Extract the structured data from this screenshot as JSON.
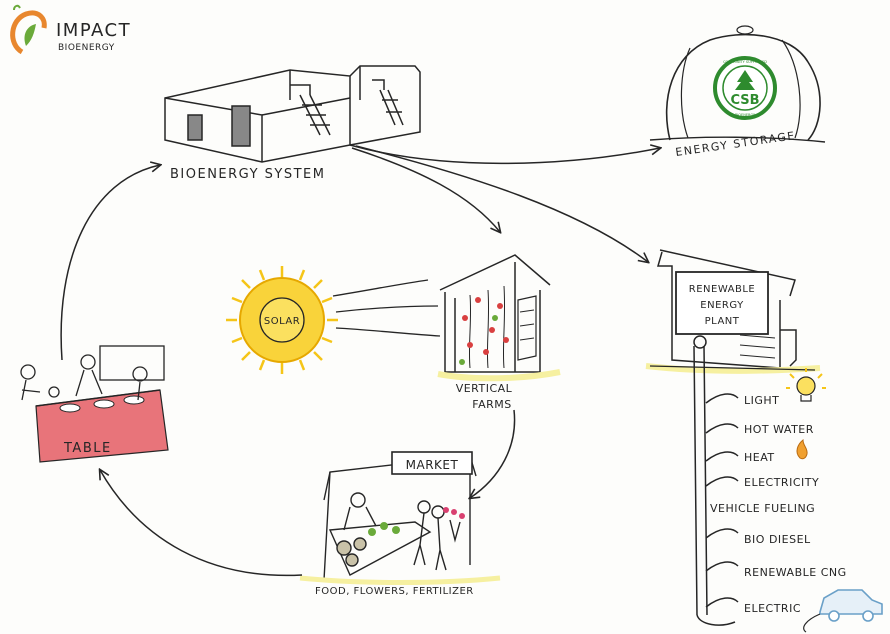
{
  "logo": {
    "line1": "IMPACT",
    "line2": "BIOENERGY"
  },
  "nodes": {
    "bioenergy_system": "BIOENERGY SYSTEM",
    "energy_storage": "ENERGY STORAGE",
    "solar": "SOLAR",
    "vertical_farms_1": "VERTICAL",
    "vertical_farms_2": "FARMS",
    "renewable_plant_1": "RENEWABLE",
    "renewable_plant_2": "ENERGY",
    "renewable_plant_3": "PLANT",
    "market": "MARKET",
    "market_caption": "FOOD, FLOWERS, FERTILIZER",
    "table": "TABLE"
  },
  "badge": {
    "text": "CSB",
    "ring_top": "COMMUNITY SUPPORTED",
    "ring_bottom": "BIOENERGY"
  },
  "outputs": [
    "LIGHT",
    "HOT WATER",
    "HEAT",
    "ELECTRICITY",
    "VEHICLE FUELING",
    "BIO DIESEL",
    "RENEWABLE CNG",
    "ELECTRIC"
  ],
  "colors": {
    "ink": "#262626",
    "sun": "#f5c518",
    "table_cloth": "#e8747a",
    "badge_green": "#2e8b2e",
    "logo_orange": "#e8872e",
    "logo_green": "#6aaa3a",
    "highlight_yellow": "#f6f0a0"
  }
}
